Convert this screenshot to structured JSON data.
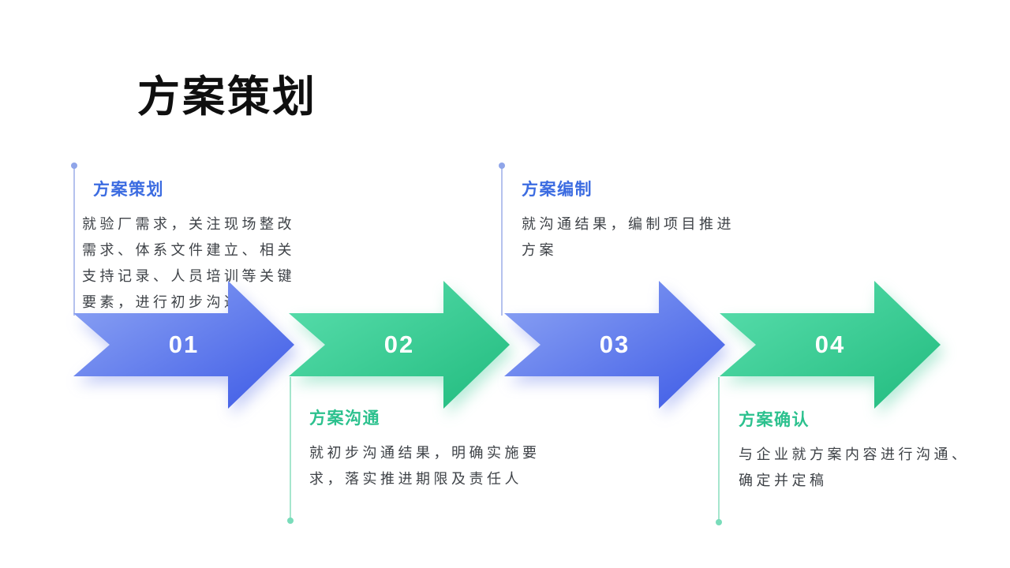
{
  "page": {
    "title": "方案策划",
    "background": "#ffffff"
  },
  "colors": {
    "title_text": "#0f0f0f",
    "body_text": "#3e4247",
    "blue_heading": "#3c6ce1",
    "green_heading": "#2cc18e",
    "blue_arrow_gradient_start": "#8fa6f4",
    "blue_arrow_gradient_end": "#3d5ae6",
    "green_arrow_gradient_start": "#5bdfae",
    "green_arrow_gradient_end": "#21bb7e",
    "connector_line_blue": "#b5c2ee",
    "connector_line_green": "#a6e6cd",
    "connector_dot_blue": "#8fa5e9",
    "connector_dot_green": "#79dcba",
    "step_number_text": "#ffffff"
  },
  "steps": [
    {
      "number": "01",
      "heading": "方案策划",
      "color": "blue",
      "label_position": "top",
      "body": "就验厂需求，关注现场整改需求、体系文件建立、相关支持记录、人员培训等关键要素，进行初步沟通",
      "body_lines": [
        "就验厂需求，关注现场整改",
        "需求、体系文件建立、相关",
        "支持记录、人员培训等关键",
        "要素，进行初步沟通"
      ]
    },
    {
      "number": "02",
      "heading": "方案沟通",
      "color": "green",
      "label_position": "bottom",
      "body": "就初步沟通结果，明确实施要求，落实推进期限及责任人",
      "body_lines": [
        "就初步沟通结果，明确实施要",
        "求，落实推进期限及责任人"
      ]
    },
    {
      "number": "03",
      "heading": "方案编制",
      "color": "blue",
      "label_position": "top",
      "body": "就沟通结果，编制项目推进方案",
      "body_lines": [
        "就沟通结果，编制项目推进",
        "方案"
      ]
    },
    {
      "number": "04",
      "heading": "方案确认",
      "color": "green",
      "label_position": "bottom",
      "body": "与企业就方案内容进行沟通、确定并定稿",
      "body_lines": [
        "与企业就方案内容进行沟通、",
        "确定并定稿"
      ]
    }
  ]
}
